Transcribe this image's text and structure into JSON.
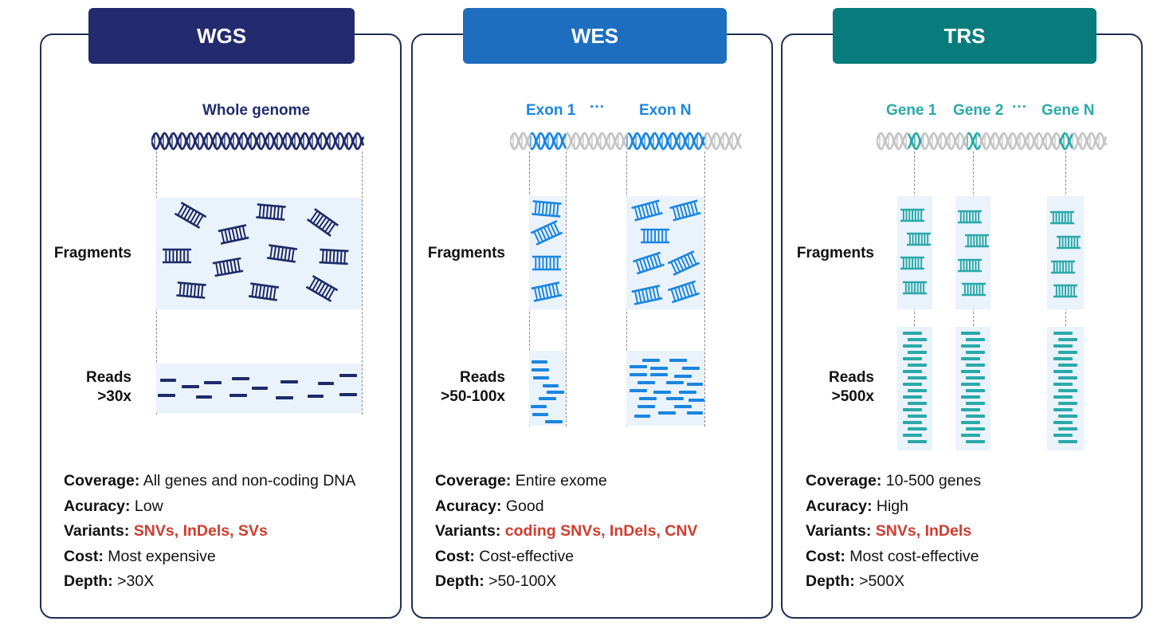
{
  "panels": [
    {
      "title": "WGS",
      "color": "#232b6e",
      "header_labels": [
        "Whole genome"
      ],
      "fragments_label": "Fragments",
      "reads_label_1": "Reads",
      "reads_label_2": ">30x",
      "info": {
        "coverage_key": "Coverage:",
        "coverage_val": "All genes and non-coding DNA",
        "accuracy_key": "Acuracy:",
        "accuracy_val": "Low",
        "variants_key": "Variants:",
        "variants_val": "SNVs, InDels, SVs",
        "cost_key": "Cost:",
        "cost_val": "Most expensive",
        "depth_key": "Depth:",
        "depth_val": ">30X"
      }
    },
    {
      "title": "WES",
      "color": "#1e6ec0",
      "header_labels": [
        "Exon 1",
        "···",
        "Exon N"
      ],
      "fragments_label": "Fragments",
      "reads_label_1": "Reads",
      "reads_label_2": ">50-100x",
      "info": {
        "coverage_key": "Coverage:",
        "coverage_val": "Entire exome",
        "accuracy_key": "Acuracy:",
        "accuracy_val": "Good",
        "variants_key": "Variants:",
        "variants_val": "coding SNVs, InDels, CNV",
        "cost_key": "Cost:",
        "cost_val": "Cost-effective",
        "depth_key": "Depth:",
        "depth_val": ">50-100X"
      }
    },
    {
      "title": "TRS",
      "color": "#087c7c",
      "header_labels": [
        "Gene 1",
        "Gene 2",
        "···",
        "Gene N"
      ],
      "fragments_label": "Fragments",
      "reads_label_1": "Reads",
      "reads_label_2": ">500x",
      "info": {
        "coverage_key": "Coverage:",
        "coverage_val": "10-500 genes",
        "accuracy_key": "Acuracy:",
        "accuracy_val": "High",
        "variants_key": "Variants:",
        "variants_val": "SNVs, InDels",
        "cost_key": "Cost:",
        "cost_val": "Most cost-effective",
        "depth_key": "Depth:",
        "depth_val": ">500X"
      }
    }
  ],
  "colors": {
    "navy": "#1f2a6a",
    "blue": "#1a86e0",
    "teal": "#2aa9a9",
    "variant_red": "#d03c2e"
  }
}
